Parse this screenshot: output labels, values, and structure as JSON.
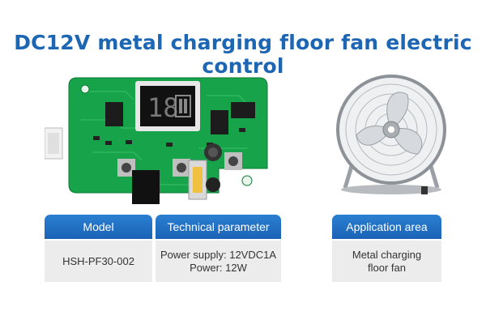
{
  "title": "DC12V metal charging floor fan electric control",
  "display": {
    "digits": "18"
  },
  "table": {
    "headers": [
      "Model",
      "Technical parameter",
      "Application area"
    ],
    "values": [
      "HSH-PF30-002",
      "Power supply: 12VDC1A\nPower: 12W",
      "Metal charging\nfloor fan"
    ]
  },
  "colors": {
    "accent": "#1d66b4",
    "header_bg": "#2272c3",
    "pcb": "#17a34a",
    "cell_bg": "#ececec"
  }
}
